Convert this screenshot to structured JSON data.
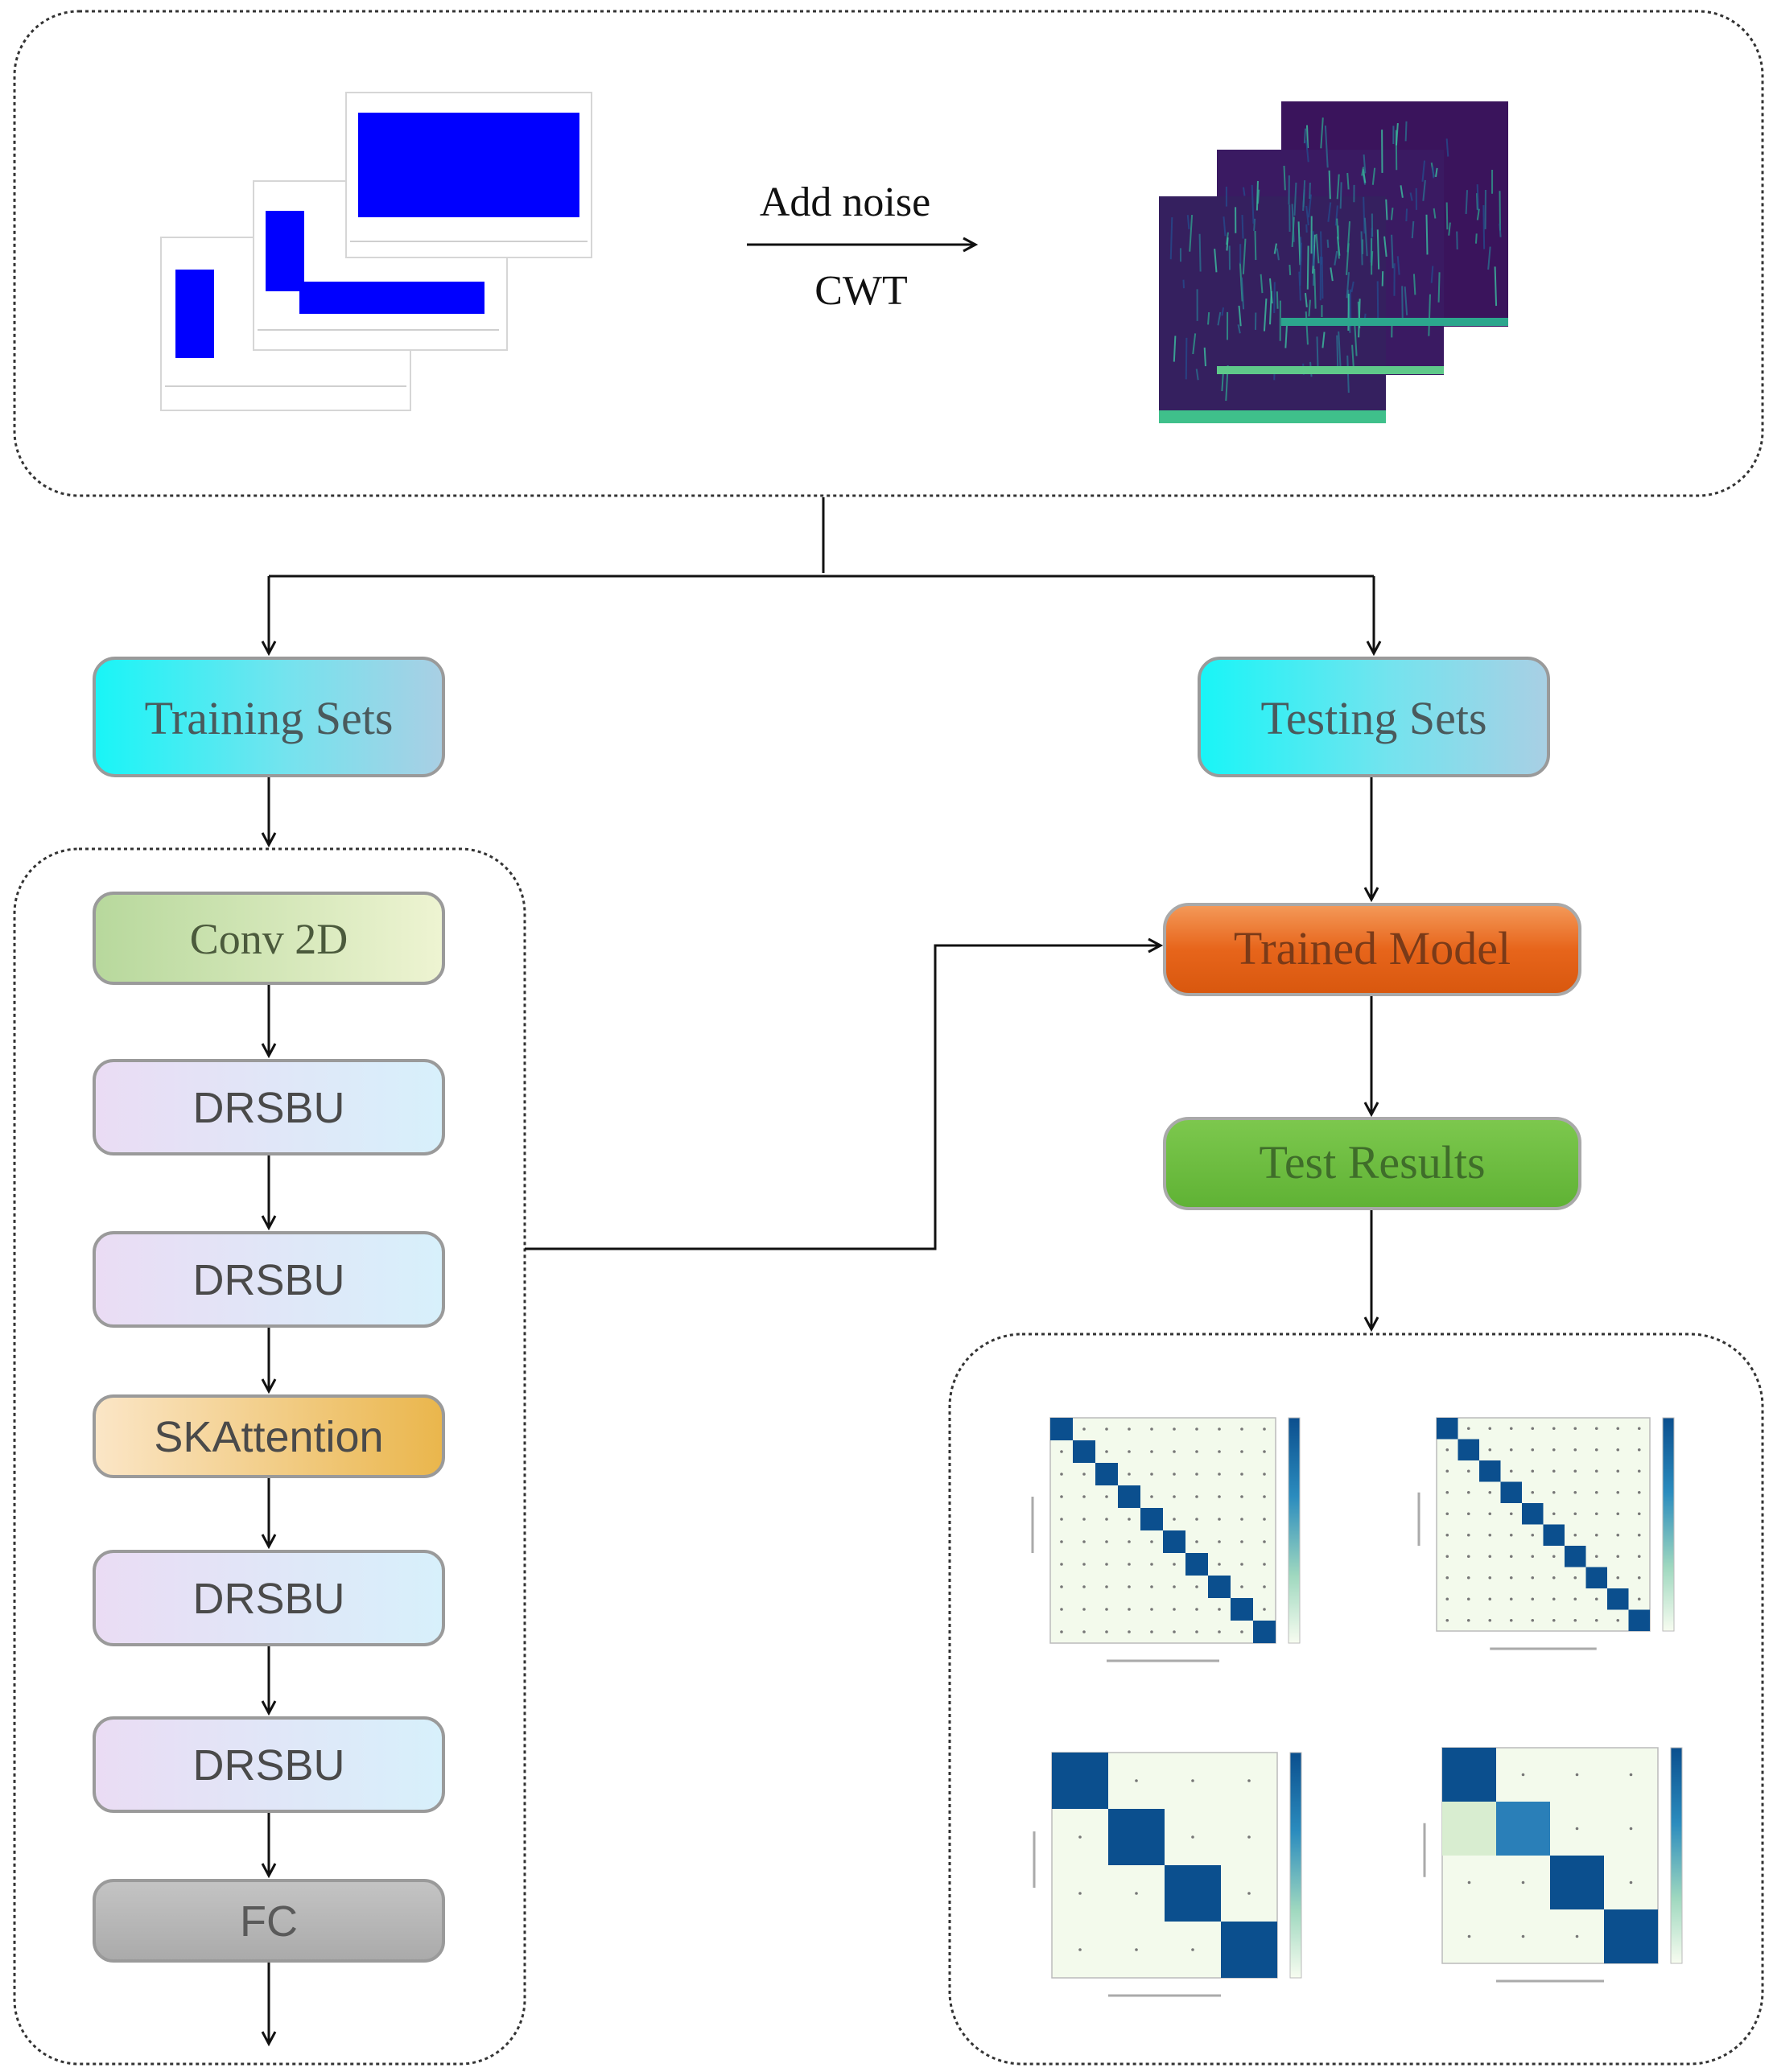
{
  "top": {
    "arrow_label_top": "Add noise",
    "arrow_label_bottom": "CWT"
  },
  "training_sets": {
    "label": "Training Sets"
  },
  "testing_sets": {
    "label": "Testing Sets"
  },
  "network": {
    "layers": [
      {
        "label": "Conv 2D",
        "style": "conv"
      },
      {
        "label": "DRSBU",
        "style": "drsbu"
      },
      {
        "label": "DRSBU",
        "style": "drsbu"
      },
      {
        "label": "SKAttention",
        "style": "attn"
      },
      {
        "label": "DRSBU",
        "style": "drsbu"
      },
      {
        "label": "DRSBU",
        "style": "drsbu"
      },
      {
        "label": "FC",
        "style": "fc"
      }
    ]
  },
  "trained_model": {
    "label": "Trained Model"
  },
  "test_results": {
    "label": "Test Results"
  },
  "colors": {
    "cyan_box": "#2ff1f3",
    "orange_box": "#e9651c",
    "green_box": "#6dbd3e",
    "conv_box": "#c9e2b3",
    "drsbu_box": "#e3e3f7",
    "attn_box": "#f0c778",
    "fc_box": "#b7b7b7",
    "cm_dark": "#0b4f8e",
    "spectrogram_bg": "#3a145c",
    "signal": "#0000ff"
  }
}
